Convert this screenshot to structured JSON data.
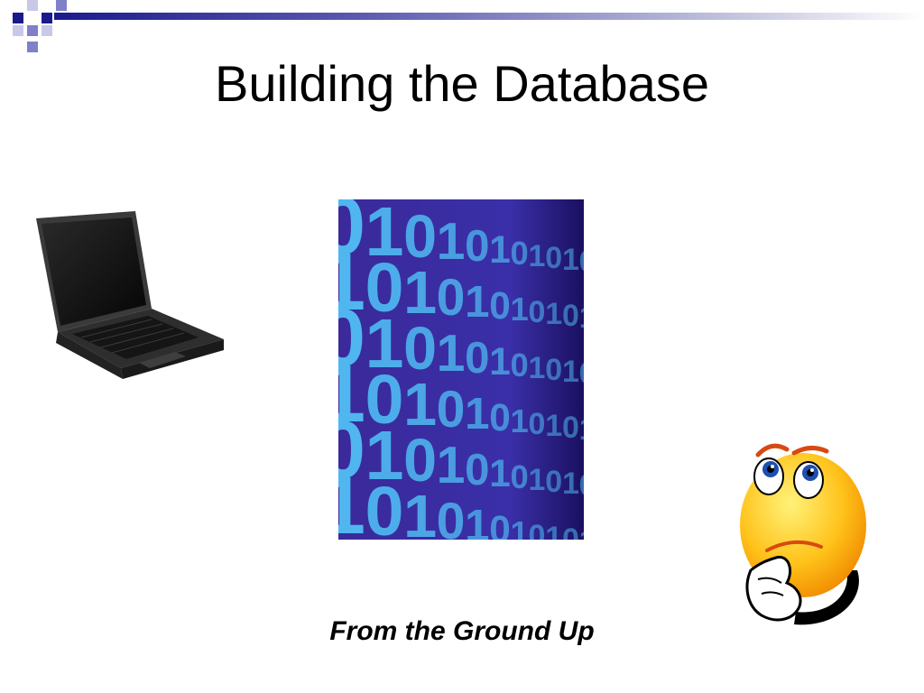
{
  "slide": {
    "title": "Building the Database",
    "subtitle": "From the Ground Up"
  },
  "decor": {
    "corner_colors": [
      "#1a1a8c",
      "#8080c8",
      "#c8c8e8"
    ],
    "binary_digits": [
      "0",
      "1",
      "0",
      "1",
      "0",
      "1",
      "0",
      "1",
      "0",
      "1"
    ]
  },
  "icons": [
    "laptop-icon",
    "binary-code-image",
    "thinking-smiley-icon"
  ]
}
